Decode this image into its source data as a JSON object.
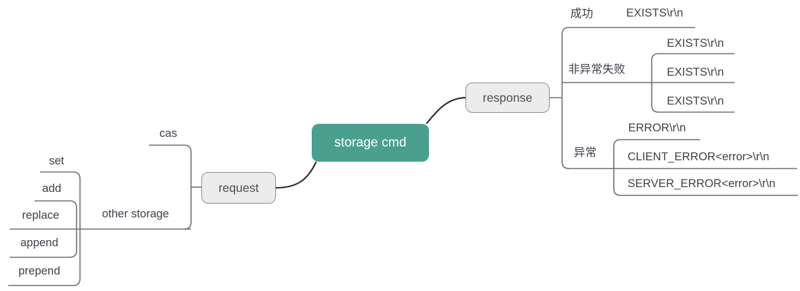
{
  "diagram": {
    "root": "storage cmd",
    "request": {
      "label": "request",
      "cas": "cas",
      "other_storage": "other storage",
      "storage_cmds": [
        "set",
        "add",
        "replace",
        "append",
        "prepend"
      ]
    },
    "response": {
      "label": "response",
      "groups": [
        {
          "label": "成功",
          "children": [
            "EXISTS\\r\\n"
          ]
        },
        {
          "label": "非异常失败",
          "children": [
            "EXISTS\\r\\n",
            "EXISTS\\r\\n",
            "EXISTS\\r\\n"
          ]
        },
        {
          "label": "异常",
          "children": [
            "ERROR\\r\\n",
            "CLIENT_ERROR<error>\\r\\n",
            "SERVER_ERROR<error>\\r\\n"
          ]
        }
      ]
    },
    "colors": {
      "root_fill": "#4a9f8e",
      "node_fill": "#ececec",
      "node_border": "#8d8d8d",
      "line": "#6f6f6f",
      "curve": "#2f2f2f",
      "text": "#3d414a"
    }
  }
}
